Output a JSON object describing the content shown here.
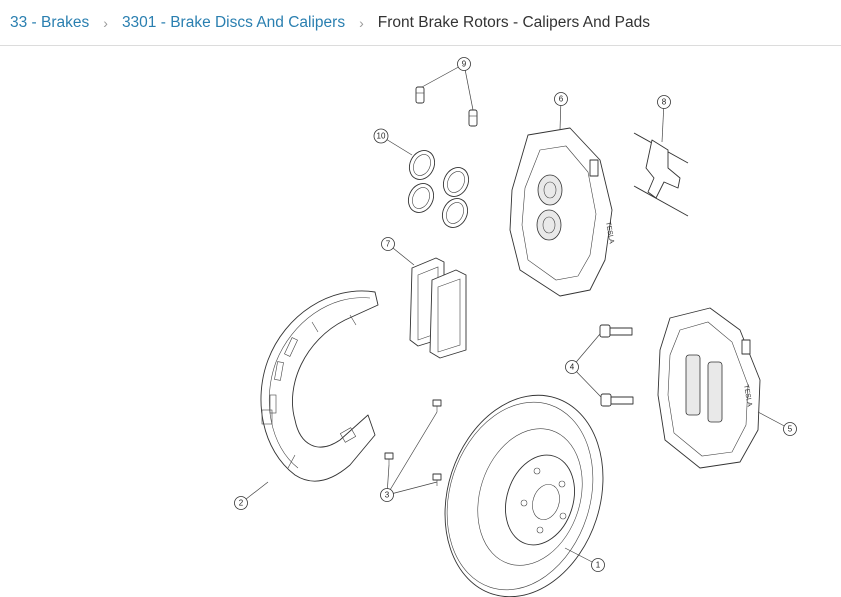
{
  "breadcrumb": {
    "items": [
      {
        "label": "33 - Brakes"
      },
      {
        "label": "3301 - Brake Discs And Calipers"
      }
    ],
    "current": "Front Brake Rotors - Calipers And Pads"
  },
  "diagram": {
    "callouts": [
      {
        "number": "1",
        "part": "brake rotor"
      },
      {
        "number": "2",
        "part": "dust shield"
      },
      {
        "number": "3",
        "part": "dust shield bolts"
      },
      {
        "number": "4",
        "part": "caliper bolts"
      },
      {
        "number": "5",
        "part": "brake caliper assembly"
      },
      {
        "number": "6",
        "part": "brake caliper"
      },
      {
        "number": "7",
        "part": "brake pads"
      },
      {
        "number": "8",
        "part": "pad retaining pins and clip"
      },
      {
        "number": "9",
        "part": "bleeder screws"
      },
      {
        "number": "10",
        "part": "piston seals"
      }
    ],
    "caliper_brand_text": "TESLA"
  }
}
